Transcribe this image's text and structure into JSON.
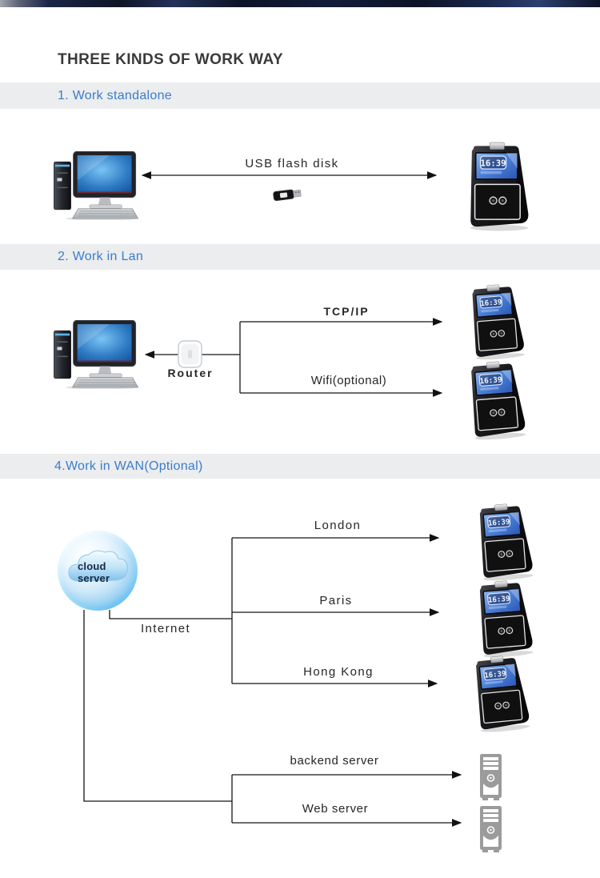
{
  "header": {
    "title": "THREE KINDS OF WORK WAY"
  },
  "sections": [
    {
      "id": "standalone",
      "heading": "1. Work standalone",
      "labels": {
        "usb": "USB flash disk"
      }
    },
    {
      "id": "lan",
      "heading": "2. Work in Lan",
      "labels": {
        "tcpip": "TCP/IP",
        "wifi": "Wifi(optional)",
        "router": "Router"
      }
    },
    {
      "id": "wan",
      "heading": "4.Work in WAN(Optional)",
      "labels": {
        "cloud": "cloud server",
        "internet": "Internet",
        "london": "London",
        "paris": "Paris",
        "hongkong": "Hong Kong",
        "backend": "backend server",
        "webserver": "Web server"
      }
    }
  ],
  "device": {
    "screen_time": "16:39"
  },
  "colors": {
    "heading_accent": "#3a7ccd",
    "band_bg": "#ebedee",
    "title_text": "#3a3a3a",
    "line": "#151515",
    "server_icon_gray": "#9b9b9b",
    "device_screen_blue": "#3f7fd6",
    "cloud_blue": "#4a97dc",
    "top_strip_navy": "#0d1426"
  }
}
